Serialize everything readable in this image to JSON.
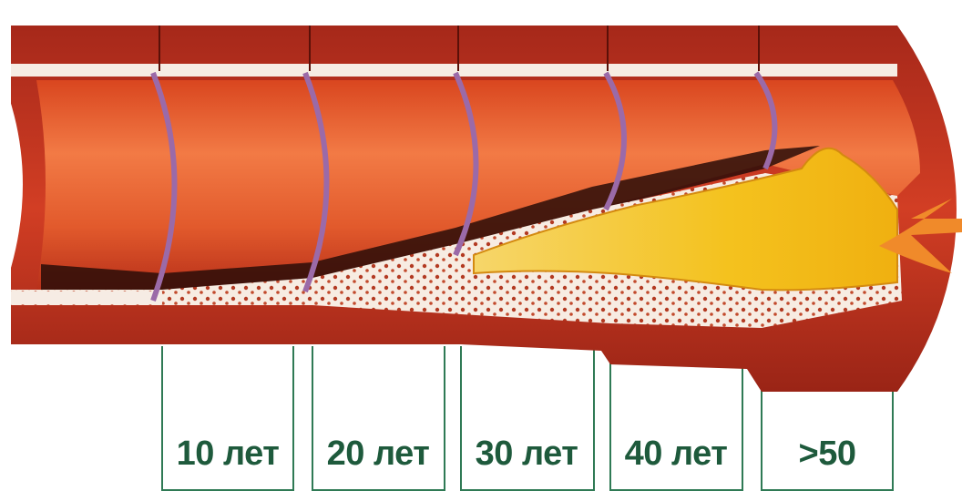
{
  "labels": [
    {
      "text": "10 лет"
    },
    {
      "text": "20 лет"
    },
    {
      "text": "30 лет"
    },
    {
      "text": "40 лет"
    },
    {
      "text": ">50"
    }
  ],
  "colors": {
    "wall": "#c8321e",
    "wall_dark": "#8c1e12",
    "lumen_light": "#f06a3c",
    "plaque": "#f4c21e",
    "fat_layer": "#f5e9dc",
    "divider": "#9b6aa8",
    "frame": "#2f7a55",
    "arrow": "#f08a2a",
    "label_text": "#1e5a3c"
  },
  "icons": [
    "artery-segments",
    "plaque-deposit",
    "pointer-arrow"
  ]
}
